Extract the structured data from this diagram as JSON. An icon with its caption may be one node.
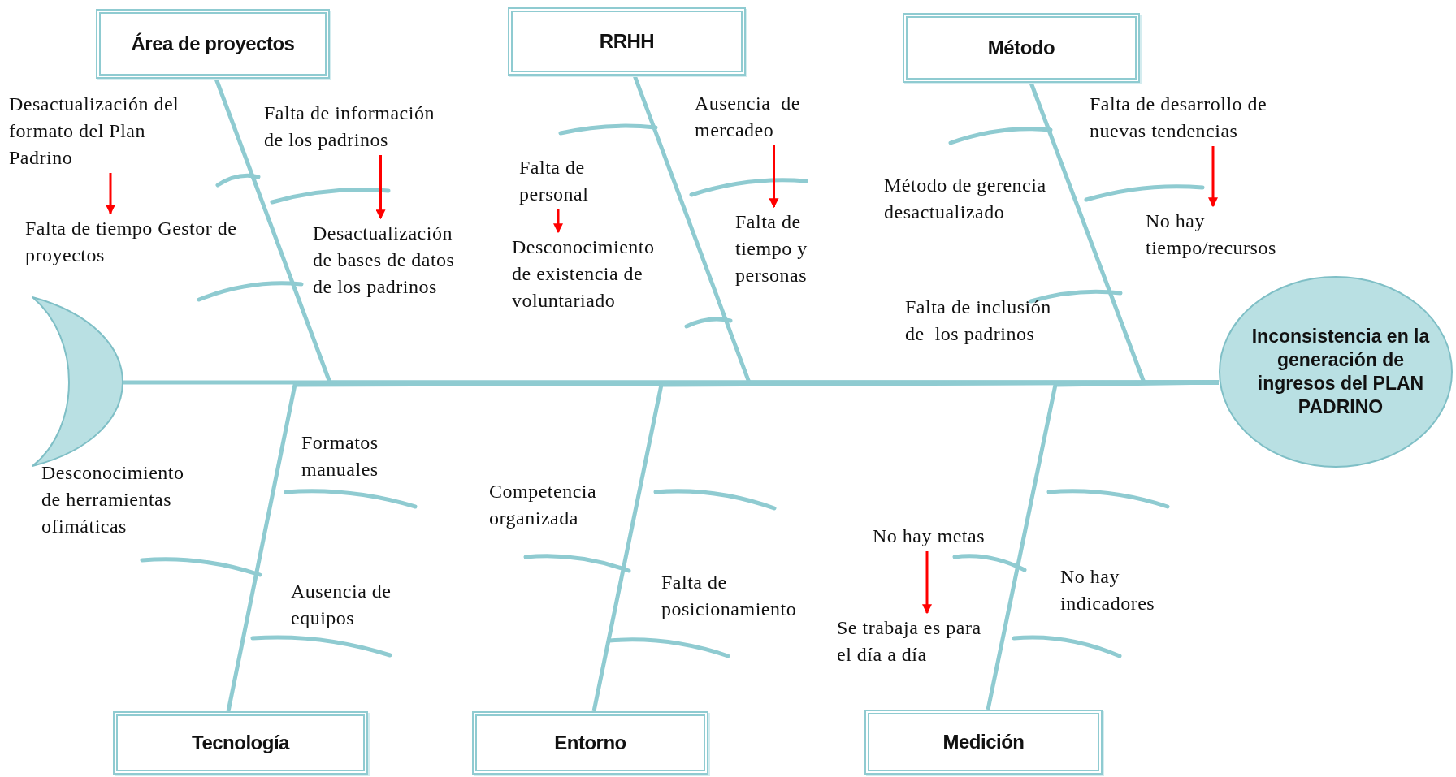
{
  "diagram": {
    "nodes": [
      {
        "text": [
          "Área de proyectos"
        ]
      },
      {
        "text": [
          "RRHH"
        ]
      },
      {
        "text": [
          "Método"
        ]
      },
      {
        "text": [
          "Desactualización del formato del Plan Padrino"
        ]
      },
      {
        "text": [
          "Falta de información de los padrinos"
        ]
      },
      {
        "text": [
          "Falta de tiempo Gestor de proyectos"
        ]
      },
      {
        "text": [
          "Desactualización de bases de datos de los padrinos"
        ]
      },
      {
        "text": [
          "Ausencia  de mercadeo"
        ]
      },
      {
        "text": [
          "Falta de personal"
        ]
      },
      {
        "text": [
          "Falta de tiempo y personas"
        ]
      },
      {
        "text": [
          "Desconocimiento de existencia de voluntariado"
        ]
      },
      {
        "text": [
          "Falta de desarrollo de nuevas tendencias"
        ]
      },
      {
        "text": [
          "Método de gerencia desactualizado"
        ]
      },
      {
        "text": [
          "No hay tiempo/recursos"
        ]
      },
      {
        "text": [
          "Falta de inclusión de  los padrinos"
        ]
      },
      {
        "text": [],
        "shape": "crescent"
      },
      {
        "text": [
          "Inconsistencia en la generación de ingresos del PLAN PADRINO"
        ]
      },
      {
        "text": [
          "Formatos manuales"
        ]
      },
      {
        "text": [
          "Desconocimiento de herramientas ofimáticas"
        ]
      },
      {
        "text": [
          "Competencia organizada"
        ]
      },
      {
        "text": [
          "Ausencia de equipos"
        ]
      },
      {
        "text": [
          "Falta de posicionamiento"
        ]
      },
      {
        "text": [
          "No hay metas"
        ]
      },
      {
        "text": [
          "No hay indicadores"
        ]
      },
      {
        "text": [
          "Se trabaja es para el día a día"
        ]
      },
      {
        "text": [
          "Tecnología"
        ]
      },
      {
        "text": [
          "Entorno"
        ]
      },
      {
        "text": [
          "Medición"
        ]
      }
    ],
    "edges": [
      {
        "from": 15,
        "to": 16,
        "arrow": "none"
      },
      {
        "from": 0,
        "to": 16,
        "arrow": "none"
      },
      {
        "from": 1,
        "to": 16,
        "arrow": "none"
      },
      {
        "from": 2,
        "to": 16,
        "arrow": "none"
      },
      {
        "from": 25,
        "to": 16,
        "arrow": "none"
      },
      {
        "from": 26,
        "to": 16,
        "arrow": "none"
      },
      {
        "from": 27,
        "to": 16,
        "arrow": "none"
      },
      {
        "from": 3,
        "to": 5,
        "arrow": "to",
        "color": "#ff0000"
      },
      {
        "from": 4,
        "to": 6,
        "arrow": "to",
        "color": "#ff0000"
      },
      {
        "from": 8,
        "to": 10,
        "arrow": "to",
        "color": "#ff0000"
      },
      {
        "from": 7,
        "to": 9,
        "arrow": "to",
        "color": "#ff0000"
      },
      {
        "from": 11,
        "to": 13,
        "arrow": "to",
        "color": "#ff0000"
      },
      {
        "from": 22,
        "to": 24,
        "arrow": "to",
        "color": "#ff0000"
      }
    ]
  }
}
